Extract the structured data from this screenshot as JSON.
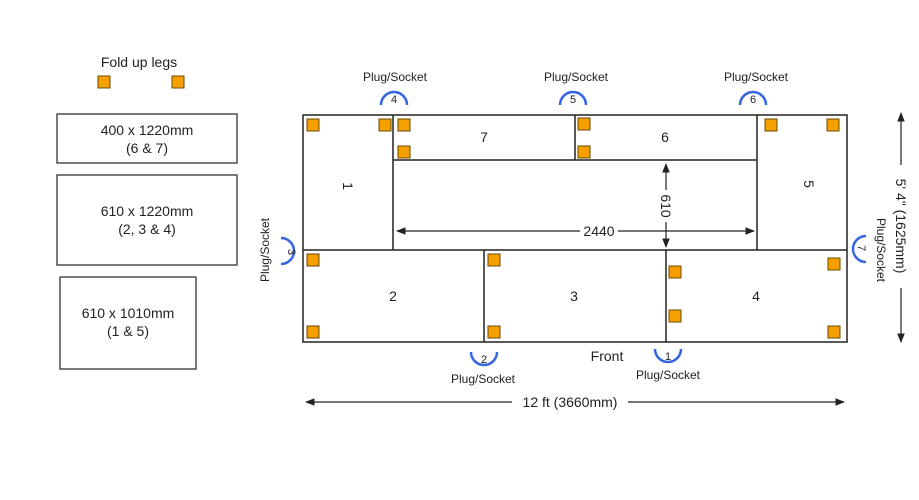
{
  "colors": {
    "leg_fill": "#F5A000",
    "leg_stroke": "#6a4a00",
    "socket_arc": "#3565E0",
    "outline": "#222222"
  },
  "legend": {
    "title": "Fold up legs",
    "boards": [
      {
        "size": "400 x 1220mm",
        "panels": "(6 & 7)"
      },
      {
        "size": "610 x 1220mm",
        "panels": "(2, 3 & 4)"
      },
      {
        "size": "610 x 1010mm",
        "panels": "(1 & 5)"
      }
    ]
  },
  "panels": [
    "1",
    "2",
    "3",
    "4",
    "5",
    "6",
    "7"
  ],
  "sockets": {
    "label": "Plug/Socket",
    "numbers": [
      "1",
      "2",
      "3",
      "4",
      "5",
      "6",
      "7"
    ]
  },
  "dimensions": {
    "inner_width": "2440",
    "inner_height": "610",
    "overall_width": "12 ft  (3660mm)",
    "overall_depth": "5' 4\" (1625mm)"
  },
  "front_label": "Front"
}
